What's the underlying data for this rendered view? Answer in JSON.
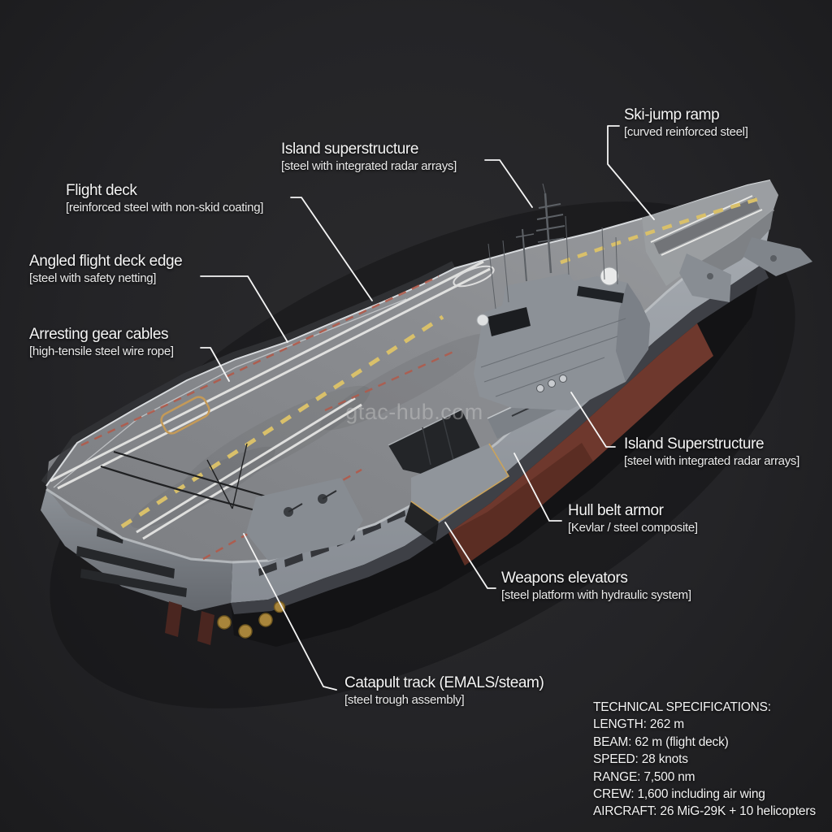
{
  "watermark": {
    "text": "gtac-hub.com"
  },
  "labels": [
    {
      "id": "ski-jump-ramp",
      "title": "Ski-jump ramp",
      "subtitle": "[curved reinforced steel]"
    },
    {
      "id": "island-superstructure-top",
      "title": "Island superstructure",
      "subtitle": "[steel with integrated radar arrays]"
    },
    {
      "id": "flight-deck",
      "title": "Flight deck",
      "subtitle": "[reinforced steel with non-skid coating]"
    },
    {
      "id": "angled-flight-deck-edge",
      "title": "Angled flight deck edge",
      "subtitle": "[steel with safety netting]"
    },
    {
      "id": "arresting-gear-cables",
      "title": "Arresting gear cables",
      "subtitle": "[high-tensile steel wire rope]"
    },
    {
      "id": "island-superstructure-right",
      "title": "Island Superstructure",
      "subtitle": "[steel with integrated radar arrays]"
    },
    {
      "id": "hull-belt-armor",
      "title": "Hull belt armor",
      "subtitle": "[Kevlar / steel composite]"
    },
    {
      "id": "weapons-elevators",
      "title": "Weapons elevators",
      "subtitle": "[steel platform with hydraulic system]"
    },
    {
      "id": "catapult-track",
      "title": "Catapult track (EMALS/steam)",
      "subtitle": "[steel trough assembly]"
    }
  ],
  "specs": {
    "heading": "TECHNICAL SPECIFICATIONS:",
    "lines": [
      "LENGTH: 262 m",
      "BEAM: 62 m (flight deck)",
      "SPEED: 28 knots",
      "RANGE: 7,500 nm",
      "CREW: 1,600 including air wing",
      "AIRCRAFT: 26 MiG-29K + 10 helicopters"
    ]
  },
  "colors": {
    "background": "#232325",
    "deck": "#8a8c90",
    "hull_side": "#9ba1a7",
    "hull_belt": "#3e4046",
    "lower_hull_red": "#6e382d",
    "marking_white": "#e8e8e6",
    "marking_yellow": "#d9c06a",
    "marking_red": "#b25a4a",
    "annotation": "#f5f5f5"
  }
}
